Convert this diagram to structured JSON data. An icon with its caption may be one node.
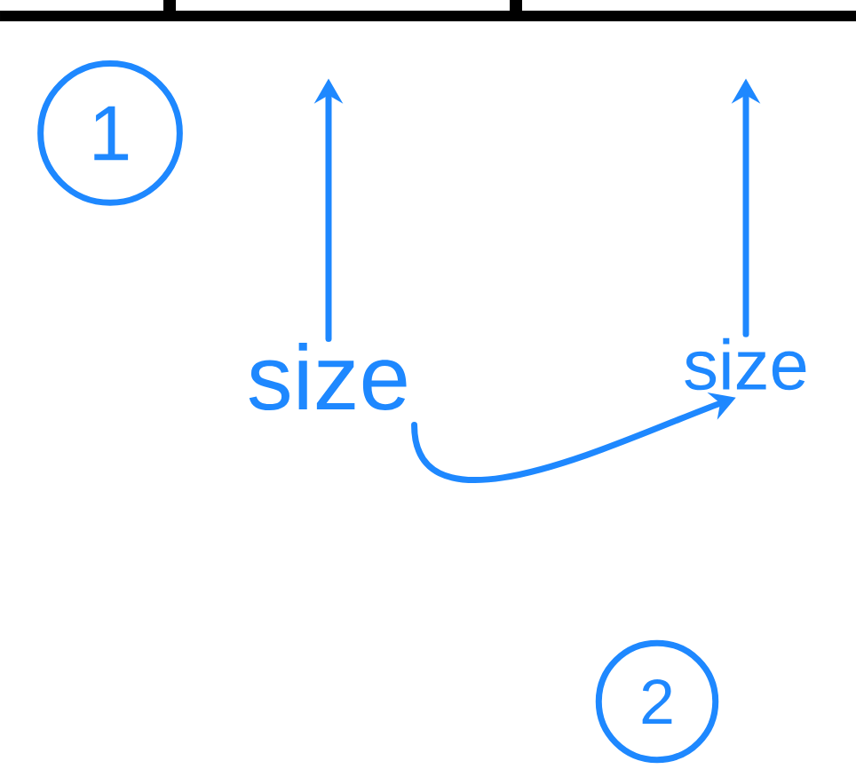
{
  "diagram": {
    "nodes": [
      {
        "text": [
          "size"
        ]
      },
      {
        "text": [
          "size"
        ]
      },
      {
        "text": [
          "1"
        ]
      },
      {
        "text": [
          "2"
        ]
      },
      {
        "text": [],
        "shape": "bar"
      }
    ],
    "edges": [
      {
        "from": 0,
        "to": 4,
        "arrow": "to"
      },
      {
        "from": 1,
        "to": 4,
        "arrow": "to"
      },
      {
        "from": 0,
        "to": 1,
        "arrow": "to"
      }
    ]
  }
}
